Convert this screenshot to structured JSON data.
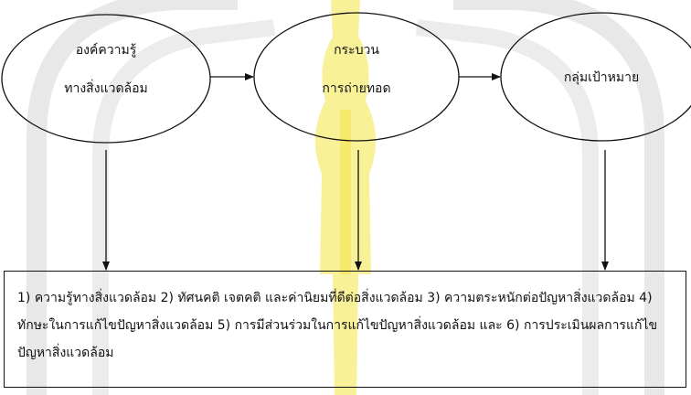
{
  "nodes": [
    {
      "id": "knowledge",
      "lines": [
        "องค์ความรู้",
        "ทางสิ่งแวดล้อม"
      ]
    },
    {
      "id": "process",
      "lines": [
        "กระบวน",
        "การถ่ายทอด"
      ]
    },
    {
      "id": "target",
      "lines": [
        "กลุ่มเป้าหมาย"
      ]
    }
  ],
  "outcome": {
    "text": "1) ความรู้ทางสิ่งแวดล้อม 2) ทัศนคติ เจตคติ และค่านิยมที่ดีต่อสิ่งแวดล้อม 3) ความตระหนักต่อปัญหาสิ่งแวดล้อม 4) ทักษะในการแก้ไขปัญหาสิ่งแวดล้อม 5) การมีส่วนร่วมในการแก้ไขปัญหาสิ่งแวดล้อม และ 6) การประเมินผลการแก้ไขปัญหาสิ่งแวดล้อม"
  },
  "colors": {
    "stroke": "#111111",
    "watermark_gray": "#e6e6e6",
    "watermark_gold": "#f7ec7a"
  },
  "icons": {
    "watermark": "university-emblem-watermark"
  }
}
